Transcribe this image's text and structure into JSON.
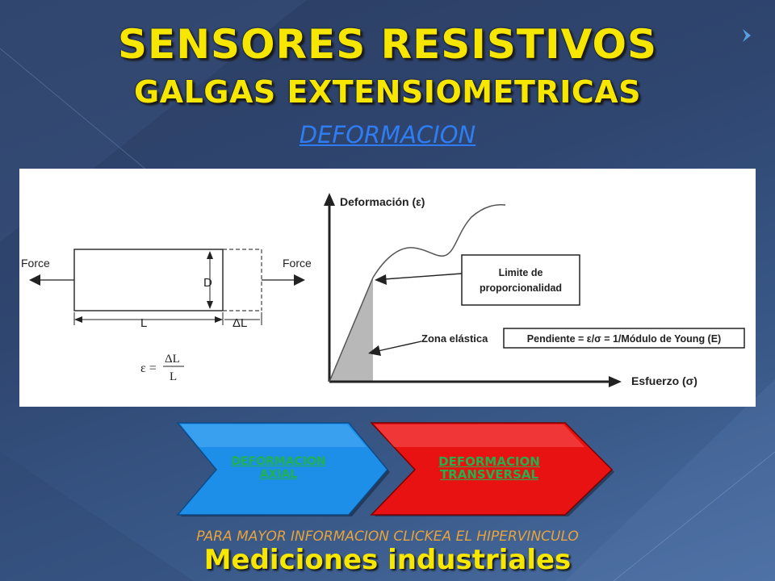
{
  "slide": {
    "title_line1": "SENSORES RESISTIVOS",
    "title_line2": "GALGAS EXTENSIOMETRICAS",
    "subtitle_link": "DEFORMACION"
  },
  "figure": {
    "left_diagram": {
      "force_left": "Force",
      "force_right": "Force",
      "dim_d": "D",
      "dim_l": "L",
      "dim_delta_l": "ΔL",
      "formula_lhs": "ε =",
      "formula_num": "ΔL",
      "formula_den": "L"
    },
    "graph": {
      "y_axis_label": "Deformación (ε)",
      "x_axis_label": "Esfuerzo (σ)",
      "limit_box_line1": "Limite de",
      "limit_box_line2": "proporcionalidad",
      "elastic_zone_label": "Zona elástica",
      "slope_box": "Pendiente = ε/σ = 1/Módulo de Young (E)"
    }
  },
  "buttons": {
    "axial_line1": "DEFORMACION",
    "axial_line2": "AXIAL",
    "transversal_line1": "DEFORMACION",
    "transversal_line2": "TRANSVERSAL"
  },
  "colors": {
    "title": "#f6e600",
    "link": "#2f7df5",
    "axial_fill": "#1e8fe8",
    "transversal_fill": "#e81212",
    "button_text": "#22b14c",
    "footer_note": "#e8a33a"
  },
  "footer": {
    "note": "PARA MAYOR INFORMACION CLICKEA EL HIPERVINCULO",
    "brand": "Mediciones industriales"
  }
}
